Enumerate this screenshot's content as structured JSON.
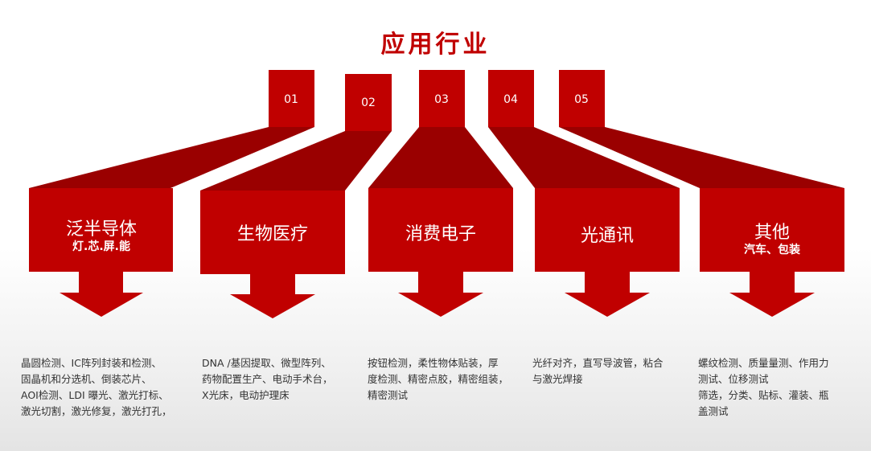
{
  "title": "应用行业",
  "colors": {
    "accent": "#c00000",
    "dark_accent": "#8b0000",
    "text": "#333333"
  },
  "industries": [
    {
      "number": "01",
      "name": "泛半导体",
      "sub": "灯.芯.屏.能",
      "desc": "晶圆检测、IC阵列封装和检测、\n固晶机和分选机、倒装芯片、\nAOI检测、LDI 曝光、激光打标、\n激光切割，激光修复，激光打孔，"
    },
    {
      "number": "02",
      "name": "生物医疗",
      "sub": "",
      "desc": "DNA /基因提取、微型阵列、\n药物配置生产、电动手术台，\nX光床，电动护理床"
    },
    {
      "number": "03",
      "name": "消费电子",
      "sub": "",
      "desc": "按钮检测，柔性物体贴装，厚\n度检测、精密点胶，精密组装，\n精密测试"
    },
    {
      "number": "04",
      "name": "光通讯",
      "sub": "",
      "desc": "光纤对齐，直写导波管，粘合\n与激光焊接"
    },
    {
      "number": "05",
      "name": "其他",
      "sub": "汽车、包装",
      "desc": "螺纹检测、质量量测、作用力\n测试、位移测试\n筛选，分类、贴标、灌装、瓶\n盖测试"
    }
  ]
}
